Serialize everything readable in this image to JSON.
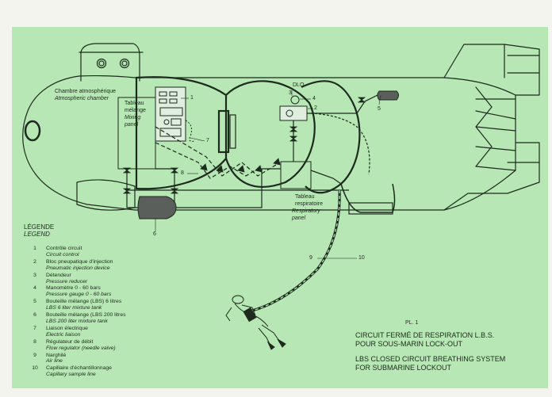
{
  "labels": {
    "atmospheric_fr": "Chambre atmosphérique",
    "atmospheric_en": "Atmospheric chamber",
    "mixing_fr_1": "Tableau",
    "mixing_fr_2": "mélange",
    "mixing_en_1": "Mixing",
    "mixing_en_2": "panel",
    "dlo": "DLO",
    "resp_fr_1": "Tableau",
    "resp_fr_2": "respiratoire",
    "resp_en_1": "Respiratory",
    "resp_en_2": "panel"
  },
  "callouts": {
    "n1": "1",
    "n2": "2",
    "n3": "3",
    "n4": "4",
    "n5": "5",
    "n6": "6",
    "n7": "7",
    "n8": "8",
    "n9": "9",
    "n10": "10"
  },
  "legend": {
    "title": "LÉGENDE",
    "subtitle": "LEGEND",
    "items": [
      {
        "num": "1",
        "fr": "Contrôle circuit",
        "en": "Circuit control"
      },
      {
        "num": "2",
        "fr": "Bloc pneupatique d'injection",
        "en": "Pneumatic injection device"
      },
      {
        "num": "3",
        "fr": "Détendeur",
        "en": "Pressure reducer"
      },
      {
        "num": "4",
        "fr": "Manomètre 0 - 60 bars",
        "en": "Pressure gauge 0 - 60 bars"
      },
      {
        "num": "5",
        "fr": "Bouteille mélange (LBS) 6 litres",
        "en": "LBS 6 liter mixture tank"
      },
      {
        "num": "6",
        "fr": "Bouteille mélange (LBS 200 litres",
        "en": "LBS 200 liter mixture tank"
      },
      {
        "num": "7",
        "fr": "Liaison électrique",
        "en": "Electric liaison"
      },
      {
        "num": "8",
        "fr": "Régulateur de débit",
        "en": "Flow regulator (needle valve)"
      },
      {
        "num": "9",
        "fr": "Narghilé",
        "en": "Air line"
      },
      {
        "num": "10",
        "fr": "Capillaire d'échantillonnage",
        "en": "Capillary sample line"
      }
    ]
  },
  "plate_number": "PL. 1",
  "title": {
    "fr_1": "CIRCUIT FERMÉ DE RESPIRATION  L.B.S.",
    "fr_2": "POUR SOUS-MARIN LOCK-OUT",
    "en_1": "LBS CLOSED CIRCUIT BREATHING SYSTEM",
    "en_2": "FOR SUBMARINE LOCKOUT"
  },
  "colors": {
    "plate": "#b6e7b4",
    "paper": "#f4f4ef",
    "ink": "#1d2a1d"
  }
}
